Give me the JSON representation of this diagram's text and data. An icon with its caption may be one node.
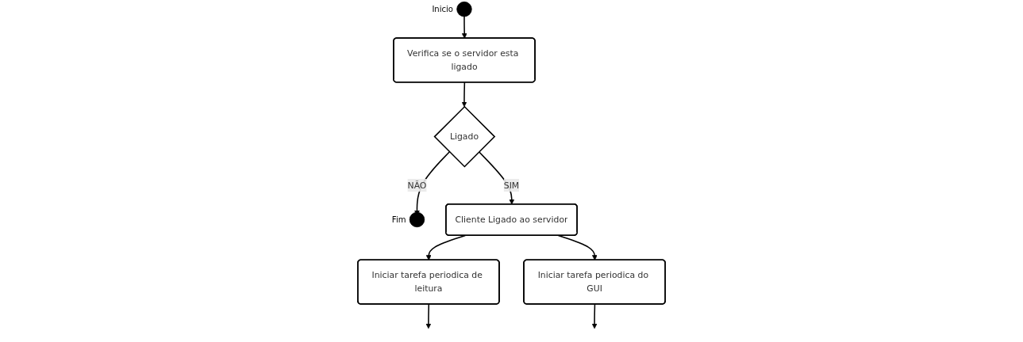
{
  "diagram": {
    "nodes": [
      {
        "text": [],
        "shape": "circle",
        "beside": [
          "Inicio"
        ]
      },
      {
        "text": [
          "Verifica se o servidor esta ligado"
        ]
      },
      {
        "text": [
          "Ligado"
        ]
      },
      {
        "text": [],
        "shape": "circle",
        "beside": [
          "Fim"
        ]
      },
      {
        "text": [
          "Cliente Ligado ao servidor"
        ]
      },
      {
        "text": [
          "Iniciar tarefa periodica de leitura"
        ]
      },
      {
        "text": [
          "Iniciar tarefa periodica do GUI"
        ]
      }
    ],
    "edges": [
      {
        "from": 0,
        "to": 1,
        "arrow": "to"
      },
      {
        "from": 1,
        "to": 2,
        "arrow": "to"
      },
      {
        "from": 2,
        "to": 3,
        "arrow": "to",
        "label": "NÃO"
      },
      {
        "from": 2,
        "to": 4,
        "arrow": "to",
        "label": "SIM"
      },
      {
        "from": 4,
        "to": 5,
        "arrow": "to"
      },
      {
        "from": 4,
        "to": 6,
        "arrow": "to"
      },
      {
        "from": 5,
        "to": null,
        "arrow": "to"
      },
      {
        "from": 6,
        "to": null,
        "arrow": "to"
      }
    ]
  }
}
